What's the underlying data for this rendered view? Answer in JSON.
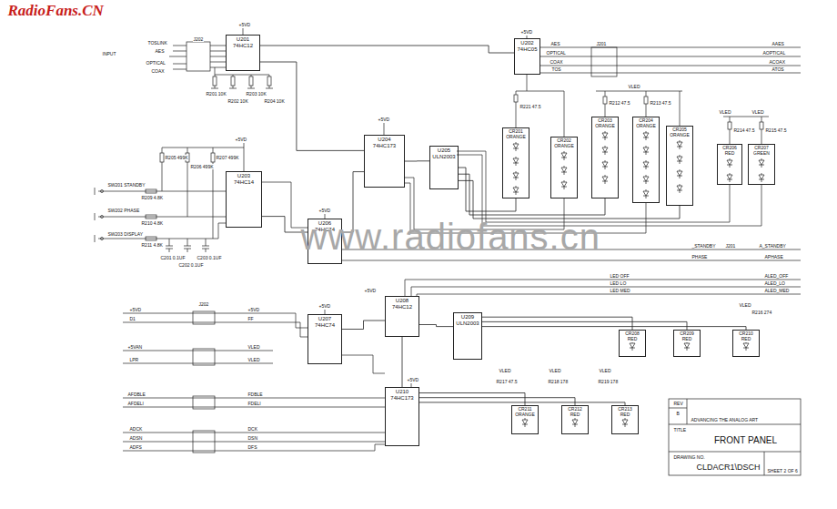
{
  "diagram": {
    "title": "FRONT PANEL",
    "nodes": [
      {
        "text": [
          "U201",
          "74HC12"
        ]
      },
      {
        "text": [
          "U202",
          "74HC05"
        ]
      },
      {
        "text": [
          "U203",
          "74HC14"
        ]
      },
      {
        "text": [
          "U204",
          "74HC173"
        ]
      },
      {
        "text": [
          "U205",
          "ULN2003"
        ]
      },
      {
        "text": [
          "U206",
          "74HC74"
        ]
      },
      {
        "text": [
          "U207",
          "74HC74"
        ]
      },
      {
        "text": [
          "U208",
          "74HC12"
        ]
      },
      {
        "text": [
          "U209",
          "ULN2003"
        ]
      },
      {
        "text": [
          "U210",
          "74HC173"
        ]
      },
      {
        "text": [
          "CR201",
          "ORANGE"
        ]
      },
      {
        "text": [
          "CR202",
          "ORANGE"
        ]
      },
      {
        "text": [
          "CR203",
          "ORANGE"
        ]
      },
      {
        "text": [
          "CR204",
          "ORANGE"
        ]
      },
      {
        "text": [
          "CR205",
          "ORANGE"
        ]
      },
      {
        "text": [
          "CR206",
          "RED"
        ]
      },
      {
        "text": [
          "CR207",
          "GREEN"
        ]
      },
      {
        "text": [
          "CR208",
          "RED"
        ]
      },
      {
        "text": [
          "CR209",
          "RED"
        ]
      },
      {
        "text": [
          "CR210",
          "RED"
        ]
      },
      {
        "text": [
          "CR211",
          "ORANGE"
        ]
      },
      {
        "text": [
          "CR212",
          "RED"
        ]
      },
      {
        "text": [
          "CR213",
          "RED"
        ]
      }
    ],
    "edges": [
      {
        "from": 0,
        "to": 1,
        "arrow": "none"
      },
      {
        "from": 0,
        "to": 3,
        "arrow": "none"
      },
      {
        "from": 2,
        "to": 5,
        "arrow": "none"
      },
      {
        "from": 5,
        "to": 3,
        "arrow": "none"
      },
      {
        "from": 3,
        "to": 4,
        "arrow": "none"
      },
      {
        "from": 4,
        "to": 10,
        "arrow": "none"
      },
      {
        "from": 4,
        "to": 12,
        "arrow": "none"
      },
      {
        "from": 4,
        "to": 14,
        "arrow": "none"
      },
      {
        "from": 6,
        "to": 7,
        "arrow": "none"
      },
      {
        "from": 7,
        "to": 8,
        "arrow": "none"
      },
      {
        "from": 7,
        "to": 9,
        "arrow": "none"
      },
      {
        "from": 8,
        "to": 17,
        "arrow": "none"
      },
      {
        "from": 8,
        "to": 18,
        "arrow": "none"
      },
      {
        "from": 8,
        "to": 19,
        "arrow": "none"
      },
      {
        "from": 9,
        "to": 20,
        "arrow": "none"
      },
      {
        "from": 9,
        "to": 21,
        "arrow": "none"
      },
      {
        "from": 9,
        "to": 22,
        "arrow": "none"
      }
    ],
    "labels": [
      "RadioFans.CN",
      "www.radiofans.cn",
      "+5VD",
      "INPUT",
      "TOSLINK",
      "AES",
      "OPTICAL",
      "COAX",
      "J202",
      "R201 10K",
      "R202 10K",
      "R203 10K",
      "R204 10K",
      "+5VD",
      "AES",
      "J201",
      "AAES",
      "OPTICAL",
      "AOPTICAL",
      "COAX",
      "ACOAX",
      "TOS",
      "ATOS",
      "R221 47.5",
      "+5VD",
      "VLED",
      "R212 47.5",
      "R213 47.5",
      "VLED",
      "R214 47.5",
      "VLED",
      "R215 47.5",
      "+5VD",
      "SW201 STANDBY",
      "SW202 PHASE",
      "SW203 DISPLAY",
      "R209 4.8K",
      "R210 4.8K",
      "R211 4.8K",
      "R205 499K",
      "R206 499K",
      "R207 499K",
      "C201 0.1UF",
      "C202 0.1UF",
      "C203 0.1UF",
      "+5VD",
      "+5VD",
      "+5VD",
      "+5VD",
      "_STANDBY",
      "J201",
      "A_STANDBY",
      "PHASE",
      "APHASE",
      "LED OFF",
      "ALED_OFF",
      "LED LO",
      "ALED_LO",
      "LED MED",
      "ALED_MED",
      "VLED",
      "R216 274",
      "+5VD",
      "J202",
      "+5VD",
      "D1",
      "FF",
      "+5VAN",
      "VLED",
      "LPR",
      "VLED",
      "AFDBLE",
      "FDBLE",
      "AFDELI",
      "FDELI",
      "ADCK",
      "DCK",
      "ADSN",
      "DSN",
      "ADFS",
      "DFS",
      "VLED",
      "R217 47.5",
      "VLED",
      "R218 178",
      "VLED",
      "R219 178",
      "REV",
      "B",
      "ADVANCING THE ANALOG ART",
      "TITLE",
      "DRAWING NO.",
      "CLDACR1\\DSCH",
      "SHEET 2 OF 6"
    ]
  }
}
